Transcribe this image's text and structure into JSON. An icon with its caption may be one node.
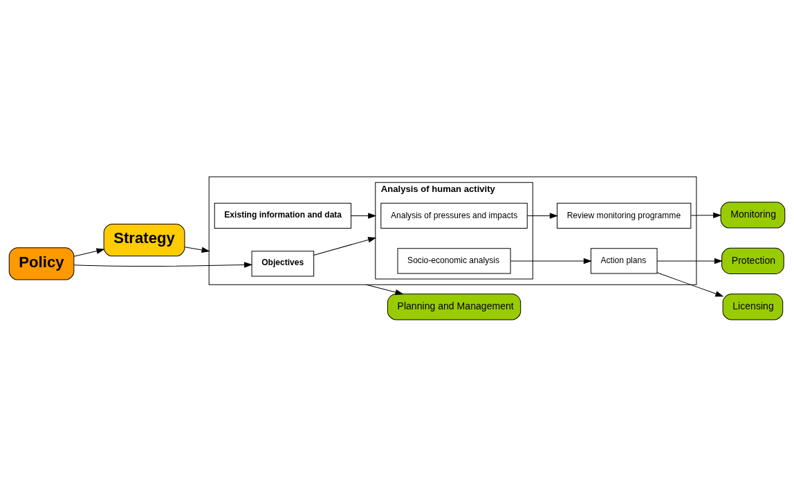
{
  "diagram": {
    "nodes": [
      {
        "text": [
          "Policy"
        ]
      },
      {
        "text": [
          "Strategy"
        ]
      },
      {
        "text": [
          "Planning and Management"
        ]
      },
      {
        "text": [],
        "shape": "box"
      },
      {
        "text": [
          "Objectives"
        ],
        "in": 3
      },
      {
        "text": [
          "Existing information and data"
        ],
        "in": 3
      },
      {
        "text": [
          "Analysis of human activity"
        ],
        "in": 3
      },
      {
        "text": [
          "Analysis of pressures and impacts"
        ],
        "in": 6
      },
      {
        "text": [
          "Socio-economic analysis"
        ],
        "in": 6
      },
      {
        "text": [
          "Review monitoring programme"
        ],
        "in": 3
      },
      {
        "text": [
          "Action plans"
        ],
        "in": 3
      },
      {
        "text": [
          "Monitoring"
        ]
      },
      {
        "text": [
          "Protection"
        ]
      },
      {
        "text": [
          "Licensing"
        ]
      }
    ],
    "edges": [
      {
        "from": 0,
        "to": 1,
        "arrow": "to"
      },
      {
        "from": 0,
        "to": 4,
        "arrow": "to"
      },
      {
        "from": 1,
        "to": 3,
        "arrow": "to"
      },
      {
        "from": 3,
        "to": 2,
        "arrow": "to"
      },
      {
        "from": 4,
        "to": 6,
        "arrow": "to"
      },
      {
        "from": 5,
        "to": 6,
        "arrow": "to"
      },
      {
        "from": 7,
        "to": 9,
        "arrow": "to"
      },
      {
        "from": 8,
        "to": 10,
        "arrow": "to"
      },
      {
        "from": 9,
        "to": 11,
        "arrow": "to"
      },
      {
        "from": 10,
        "to": 12,
        "arrow": "to"
      },
      {
        "from": 10,
        "to": 13,
        "arrow": "to"
      }
    ]
  }
}
